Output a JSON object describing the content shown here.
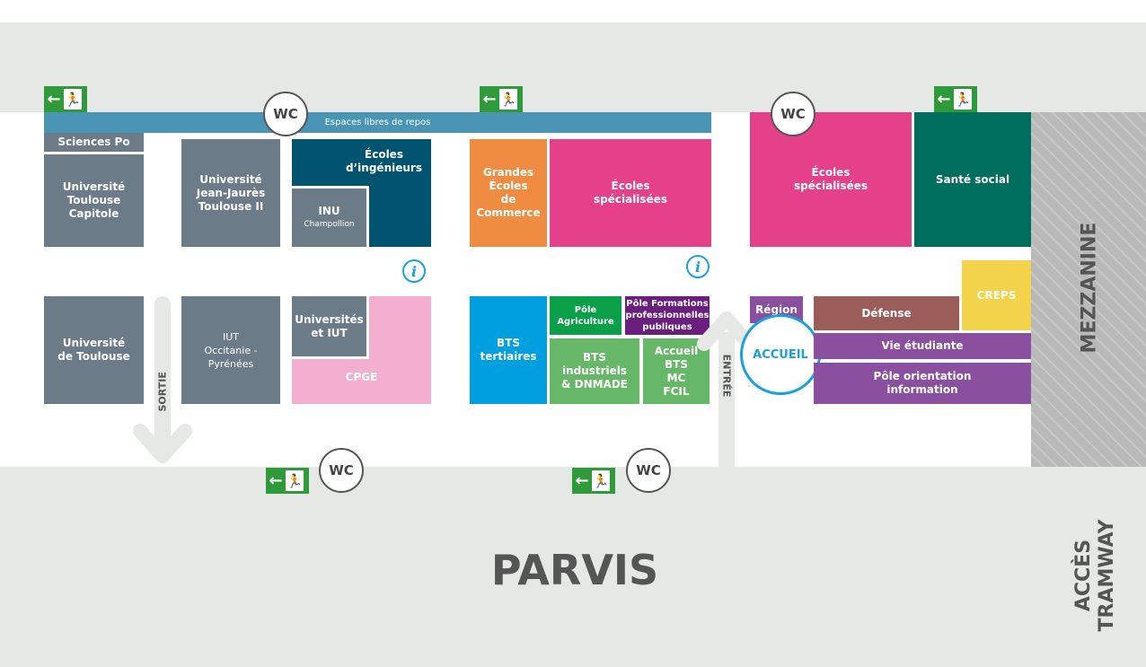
{
  "labels": {
    "repos": "Espaces libres de repos",
    "sciences_po": "Sciences Po",
    "ut_capitole": "Université\nToulouse\nCapitole",
    "ujj": "Université\nJean-Jaurès\nToulouse II",
    "ecoles_ing": "Écoles\nd’ingénieurs",
    "inu": "INU",
    "inu_sub": "Champollion",
    "ut": "Université\nde Toulouse",
    "iut": "IUT\nOccitanie - Pyrénées",
    "univ_iut": "Universités\net IUT",
    "cpge": "CPGE",
    "grandes_ecoles": "Grandes\nÉcoles\nde\nCommerce",
    "ecoles_spe_1": "Écoles\nspécialisées",
    "ecoles_spe_2": "Écoles\nspécialisées",
    "sante": "Santé social",
    "bts_tert": "BTS\ntertiaires",
    "pole_agri": "Pôle\nAgriculture",
    "pole_form": "Pôle Formations\nprofessionnelles\npubliques",
    "bts_ind": "BTS\nindustriels\n& DNMADE",
    "accueil_bts": "Accueil\nBTS\nMC\nFCIL",
    "region": "Région",
    "accueil": "ACCUEIL",
    "defense": "Défense",
    "creps": "CREPS",
    "vie": "Vie étudiante",
    "orientation": "Pôle orientation\ninformation",
    "sortie": "SORTIE",
    "entree": "ENTRÉE",
    "parvis": "PARVIS",
    "mezzanine": "MEZZANINE",
    "acces": "ACCÈS",
    "tramway": "TRAMWAY",
    "wc": "WC",
    "info": "i"
  },
  "colors": {
    "blue_bar": "#4a95b5",
    "gray": "#6b7b87",
    "ing": "#005470",
    "pink": "#e5418a",
    "cpge": "#f4afd0",
    "orange": "#f08c42",
    "teal": "#006e5c",
    "cyan": "#00a0e0",
    "green_dark": "#0aa04a",
    "purple_dark": "#6a1f7f",
    "green_light": "#66b868",
    "purple": "#8a4f9e",
    "brown": "#9b5d5a",
    "yellow": "#f2d34a"
  }
}
